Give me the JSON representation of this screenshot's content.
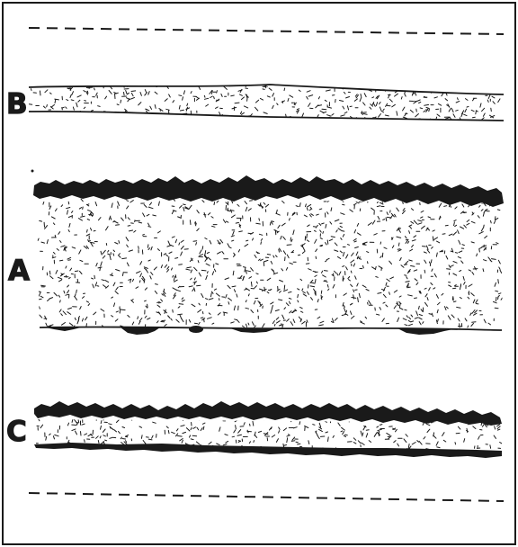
{
  "diagram": {
    "ink_color": "#1a1a1a",
    "paper_color": "#ffffff",
    "layers": [
      {
        "id": "B",
        "label": "B"
      },
      {
        "id": "A",
        "label": "A"
      },
      {
        "id": "C",
        "label": "C"
      }
    ]
  }
}
